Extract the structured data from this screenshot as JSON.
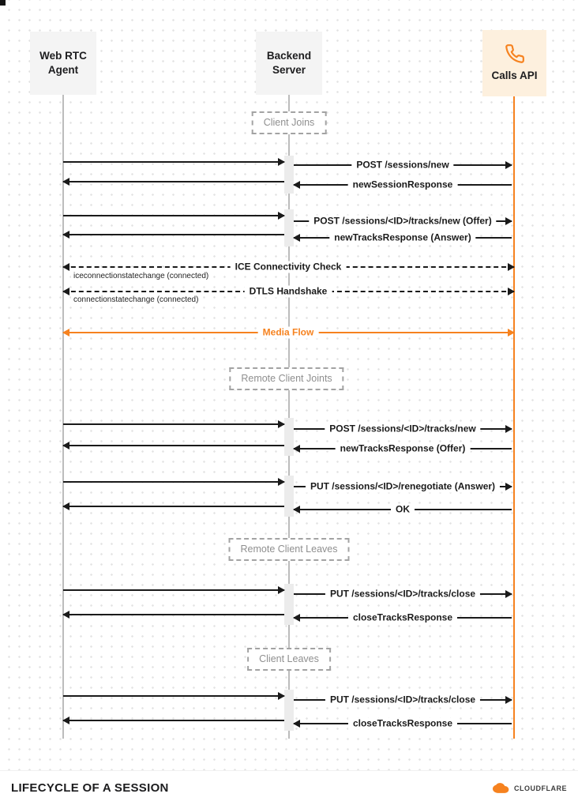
{
  "actors": {
    "webrtc": {
      "line1": "Web RTC",
      "line2": "Agent"
    },
    "backend": {
      "line1": "Backend",
      "line2": "Server"
    },
    "calls": {
      "label": "Calls API"
    }
  },
  "sections": {
    "client_joins": "Client Joins",
    "remote_client_joins": "Remote Client Joints",
    "remote_client_leaves": "Remote Client Leaves",
    "client_leaves": "Client Leaves"
  },
  "messages": {
    "post_sessions_new": "POST /sessions/new",
    "new_session_response": "newSessionResponse",
    "post_tracks_new_offer": "POST /sessions/<ID>/tracks/new (Offer)",
    "new_tracks_response_answer": "newTracksResponse (Answer)",
    "ice_check": "ICE Connectivity Check",
    "ice_state": "iceconnectionstatechange (connected)",
    "dtls_handshake": "DTLS Handshake",
    "dtls_state": "connectionstatechange (connected)",
    "media_flow": "Media Flow",
    "post_tracks_new": "POST /sessions/<ID>/tracks/new",
    "new_tracks_response_offer": "newTracksResponse (Offer)",
    "put_renegotiate_answer": "PUT /sessions/<ID>/renegotiate (Answer)",
    "ok": "OK",
    "put_tracks_close": "PUT /sessions/<ID>/tracks/close",
    "close_tracks_response": "closeTracksResponse"
  },
  "footer": {
    "title": "LIFECYCLE OF A SESSION",
    "brand": "CLOUDFLARE"
  },
  "colors": {
    "accent": "#f6821f",
    "arrow": "#1a1a1a",
    "lifeline": "#bcbcbc"
  }
}
